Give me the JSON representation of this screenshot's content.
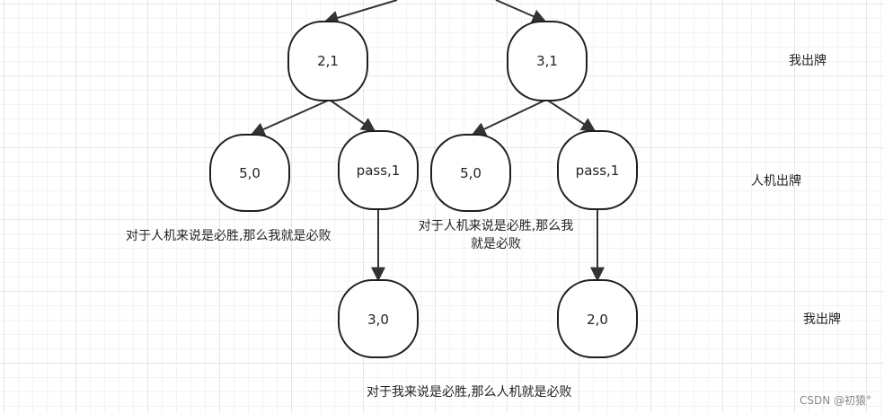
{
  "nodes": {
    "n21": "2,1",
    "n31": "3,1",
    "n50a": "5,0",
    "npass1a": "pass,1",
    "n50b": "5,0",
    "npass1b": "pass,1",
    "n30": "3,0",
    "n20": "2,0"
  },
  "rows": {
    "row1": "我出牌",
    "row2": "人机出牌",
    "row3": "我出牌"
  },
  "notes": {
    "left": "对于人机来说是必胜,那么我就是必败",
    "middle_line1": "对于人机来说是必胜,那么我",
    "middle_line2": "就是必败",
    "bottom": "对于我来说是必胜,那么人机就是必败"
  },
  "watermark": "CSDN @初猿°"
}
